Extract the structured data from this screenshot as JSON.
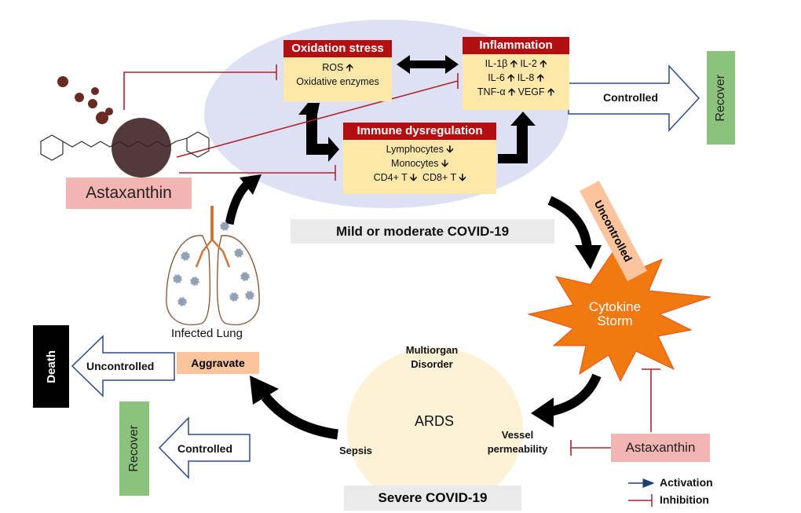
{
  "colors": {
    "ellipse_fill": "#dde1f3",
    "header_red": "#b30f12",
    "box_cream": "#fde7a9",
    "inhibition_red": "#b0232a",
    "storm_orange": "#f07a10",
    "recover_green": "#8cc37c",
    "astaxanthin_pink": "#f3b5b2",
    "severe_circle": "#fdf1d6"
  },
  "oxidation": {
    "title": "Oxidation stress",
    "line1": "ROS",
    "line2": "Oxidative enzymes"
  },
  "inflammation": {
    "title": "Inflammation",
    "c1": "IL-1β",
    "c2": "IL-2",
    "c3": "IL-6",
    "c4": "IL-8",
    "c5": "TNF-α",
    "c6": "VEGF"
  },
  "immune": {
    "title": "Immune dysregulation",
    "line1": "Lymphocytes",
    "line2": "Monocytes",
    "c1": "CD4+ T",
    "c2": "CD8+ T"
  },
  "arrow_up": "🡩",
  "arrow_down": "🡫",
  "labels": {
    "astaxanthin_main": "Astaxanthin",
    "astaxanthin_small": "Astaxanthin",
    "mild": "Mild or moderate COVID-19",
    "severe": "Severe COVID-19",
    "controlled_top": "Controlled",
    "recover_top": "Recover",
    "uncontrolled_diag": "Uncontrolled",
    "cytokine": "Cytokine",
    "storm": "Storm",
    "infected_lung": "Infected Lung",
    "aggravate": "Aggravate",
    "uncontrolled_left": "Uncontrolled",
    "death": "Death",
    "controlled_bottom": "Controlled",
    "recover_bottom": "Recover",
    "multiorgan1": "Multiorgan",
    "multiorgan2": "Disorder",
    "ards": "ARDS",
    "sepsis": "Sepsis",
    "vessel1": "Vessel",
    "vessel2": "permeability"
  },
  "legend": {
    "activation": "Activation",
    "inhibition": "Inhibition"
  }
}
